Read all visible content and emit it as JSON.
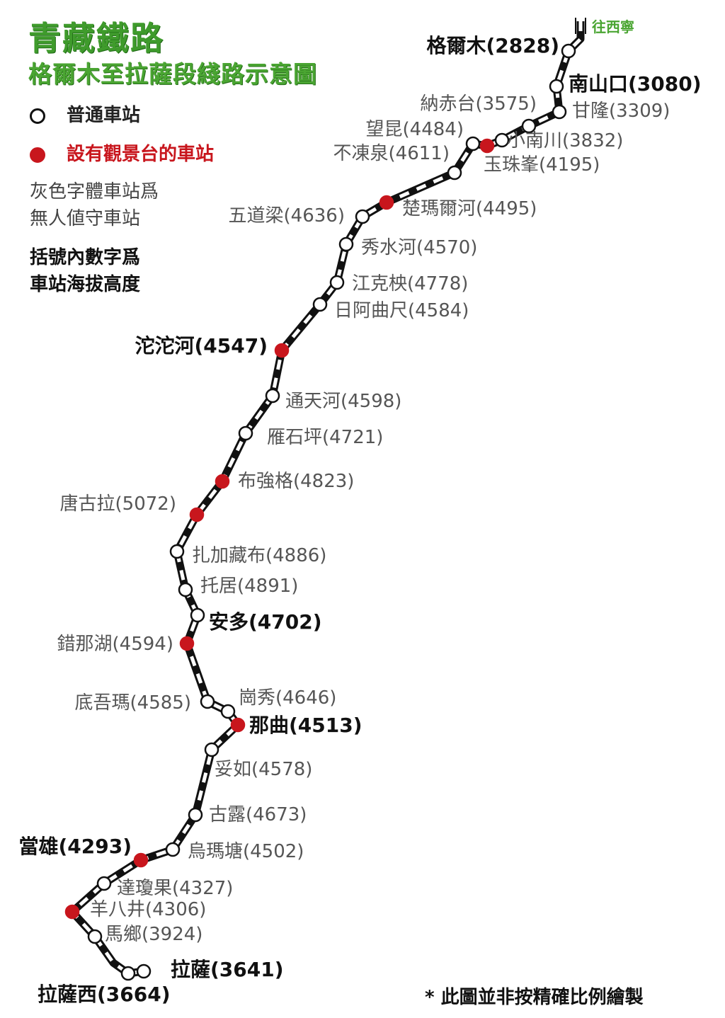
{
  "title": "青藏鐵路",
  "subtitle": "格爾木至拉薩段綫路示意圖",
  "direction_label": "往西寧",
  "legend": {
    "regular_station": "普通車站",
    "viewpoint_station": "設有觀景台的車站",
    "gray_note_line1": "灰色字體車站爲",
    "gray_note_line2": "無人値守車站",
    "number_note_line1": "括號內數字爲",
    "number_note_line2": "車站海拔高度"
  },
  "colors": {
    "title_green": "#3f9b2c",
    "viewpoint_red": "#c8161d",
    "track": "#111111"
  },
  "stations": [
    {
      "label": "格爾木(2828)",
      "type": "regular",
      "style": "bold"
    },
    {
      "label": "南山口(3080)",
      "type": "regular",
      "style": "bold"
    },
    {
      "label": "甘隆(3309)",
      "type": "regular",
      "style": "gray"
    },
    {
      "label": "納赤台(3575)",
      "type": "regular",
      "style": "gray"
    },
    {
      "label": "小南川(3832)",
      "type": "regular",
      "style": "gray"
    },
    {
      "label": "玉珠峯(4195)",
      "type": "viewpoint",
      "style": "gray"
    },
    {
      "label": "望昆(4484)",
      "type": "regular",
      "style": "gray"
    },
    {
      "label": "不凍泉(4611)",
      "type": "regular",
      "style": "gray"
    },
    {
      "label": "楚瑪爾河(4495)",
      "type": "viewpoint",
      "style": "gray"
    },
    {
      "label": "五道梁(4636)",
      "type": "regular",
      "style": "gray"
    },
    {
      "label": "秀水河(4570)",
      "type": "regular",
      "style": "gray"
    },
    {
      "label": "江克柍(4778)",
      "type": "regular",
      "style": "gray"
    },
    {
      "label": "日阿曲尺(4584)",
      "type": "regular",
      "style": "gray"
    },
    {
      "label": "沱沱河(4547)",
      "type": "viewpoint",
      "style": "bold"
    },
    {
      "label": "通天河(4598)",
      "type": "regular",
      "style": "gray"
    },
    {
      "label": "雁石坪(4721)",
      "type": "regular",
      "style": "gray"
    },
    {
      "label": "布強格(4823)",
      "type": "viewpoint",
      "style": "gray"
    },
    {
      "label": "唐古拉(5072)",
      "type": "viewpoint",
      "style": "gray"
    },
    {
      "label": "扎加藏布(4886)",
      "type": "regular",
      "style": "gray"
    },
    {
      "label": "托居(4891)",
      "type": "regular",
      "style": "gray"
    },
    {
      "label": "安多(4702)",
      "type": "regular",
      "style": "bold"
    },
    {
      "label": "錯那湖(4594)",
      "type": "viewpoint",
      "style": "gray"
    },
    {
      "label": "底吾瑪(4585)",
      "type": "regular",
      "style": "gray"
    },
    {
      "label": "崗秀(4646)",
      "type": "regular",
      "style": "gray"
    },
    {
      "label": "那曲(4513)",
      "type": "viewpoint",
      "style": "bold"
    },
    {
      "label": "妥如(4578)",
      "type": "regular",
      "style": "gray"
    },
    {
      "label": "古露(4673)",
      "type": "regular",
      "style": "gray"
    },
    {
      "label": "烏瑪塘(4502)",
      "type": "regular",
      "style": "gray"
    },
    {
      "label": "當雄(4293)",
      "type": "viewpoint",
      "style": "bold"
    },
    {
      "label": "達瓊果(4327)",
      "type": "regular",
      "style": "gray"
    },
    {
      "label": "羊八井(4306)",
      "type": "viewpoint",
      "style": "gray"
    },
    {
      "label": "馬鄉(3924)",
      "type": "regular",
      "style": "gray"
    },
    {
      "label": "拉薩西(3664)",
      "type": "regular",
      "style": "bold"
    },
    {
      "label": "拉薩(3641)",
      "type": "regular",
      "style": "bold"
    }
  ],
  "footnote": "* 此圖並非按精確比例繪製"
}
